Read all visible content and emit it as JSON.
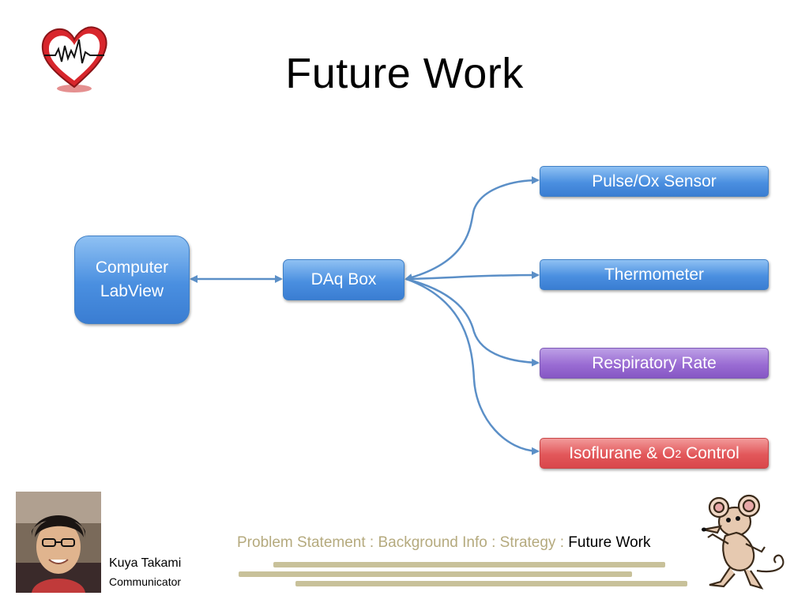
{
  "slide": {
    "title": "Future Work"
  },
  "diagram": {
    "computer": {
      "line1": "Computer",
      "line2": "LabView"
    },
    "daq": "DAq Box",
    "sensors": [
      {
        "label": "Pulse/Ox Sensor",
        "color": "#4a8fe0"
      },
      {
        "label": "Thermometer",
        "color": "#4a8fe0"
      },
      {
        "label": "Respiratory Rate",
        "color": "#9a6cd3"
      },
      {
        "label_pre": "Isoflurane & O",
        "label_sub": "2",
        "label_post": " Control",
        "color": "#e2575a"
      }
    ],
    "arrow_color": "#5b8fc7"
  },
  "footer": {
    "nav_prefix": "Problem Statement : Background Info : Strategy : ",
    "nav_current": "Future Work",
    "person_name": "Kuya Takami",
    "person_role": "Communicator"
  },
  "colors": {
    "nav_inactive": "#b5aa7e",
    "bar": "#c8c19a",
    "logo_red": "#d8262c"
  }
}
